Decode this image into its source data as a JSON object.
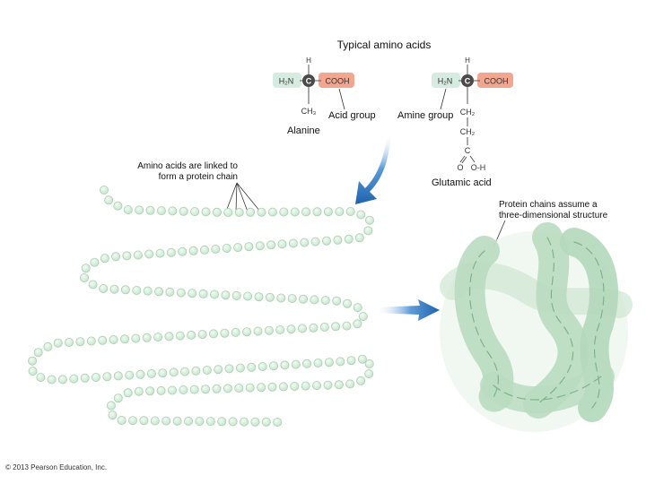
{
  "title": "Typical amino acids",
  "alanine": {
    "name": "Alanine",
    "h_top": "H",
    "amine": "H₂N",
    "carbon": "C",
    "acid": "COOH",
    "side": "CH₃"
  },
  "glutamic": {
    "name": "Glutamic acid",
    "h_top": "H",
    "amine": "H₂N",
    "carbon": "C",
    "acid": "COOH",
    "ch2_a": "CH₂",
    "ch2_b": "CH₂",
    "c": "C",
    "o": "O",
    "oh": "O-H"
  },
  "labels": {
    "acid_group": "Acid group",
    "amine_group": "Amine group",
    "linked_line1": "Amino acids are linked to",
    "linked_line2": "form a protein chain",
    "protein_line1": "Protein chains assume a",
    "protein_line2": "three-dimensional structure",
    "copyright": "© 2013 Pearson Education, Inc."
  },
  "colors": {
    "amine_fill": "#d7ece0",
    "acid_fill": "#f2a58f",
    "bead_fill": "#d5efd9",
    "bead_stroke": "#a9cfb1",
    "arrow_blue": "#1f6fb8",
    "protein_green": "#b9dcc0"
  }
}
